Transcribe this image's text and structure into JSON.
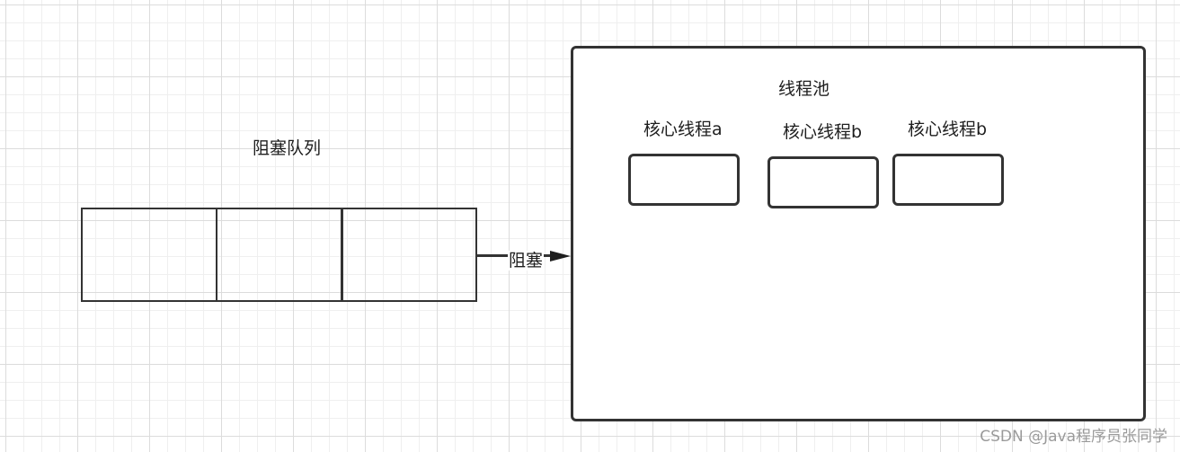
{
  "queue": {
    "title": "阻塞队列",
    "cells": [
      "",
      "",
      ""
    ]
  },
  "edge": {
    "label": "阻塞"
  },
  "pool": {
    "title": "线程池",
    "threads": [
      {
        "label": "核心线程a"
      },
      {
        "label": "核心线程b"
      },
      {
        "label": "核心线程b"
      }
    ]
  },
  "watermark": "CSDN @Java程序员张同学"
}
